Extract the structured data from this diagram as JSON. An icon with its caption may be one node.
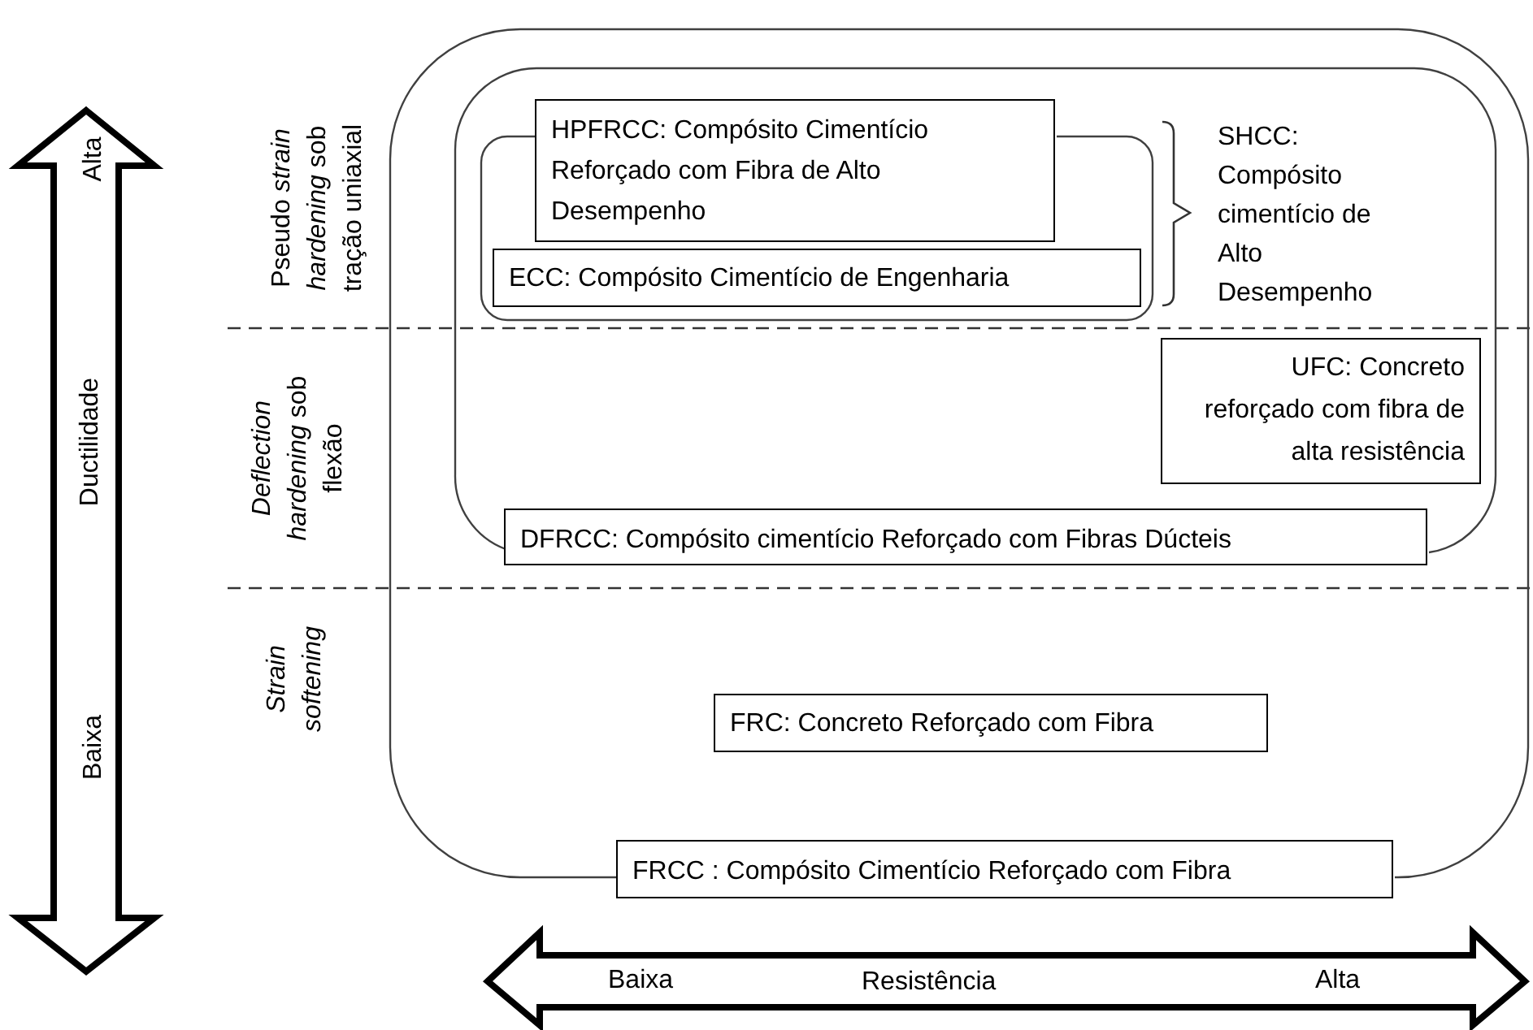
{
  "diagram": {
    "nodes": [
      {
        "text": [
          "FRCC : Compósito Cimentício Reforçado com Fibra"
        ]
      },
      {
        "text": [
          "DFRCC: Compósito cimentício Reforçado com Fibras Dúcteis"
        ],
        "in": 0
      },
      {
        "text": [
          "HPFRCC: Compósito Cimentício Reforçado com Fibra de Alto Desempenho"
        ],
        "in": 1
      },
      {
        "text": [
          "ECC: Compósito Cimentício de Engenharia"
        ],
        "in": 1
      },
      {
        "text": [
          "UFC: Concreto reforçado com fibra de alta resistência"
        ],
        "in": 1
      },
      {
        "text": [
          "FRC: Concreto Reforçado com Fibra"
        ],
        "in": 0
      }
    ],
    "labels": [
      "Baixa",
      "Ductilidade",
      "Alta",
      "Pseudo *strain hardening* sob tração uniaxial",
      "*Deflection hardening* sob flexão",
      "Strain softening",
      "SHCC: Compósito cimentício de Alto Desempenho",
      "Baixa",
      "Resistência",
      "Alta"
    ]
  }
}
